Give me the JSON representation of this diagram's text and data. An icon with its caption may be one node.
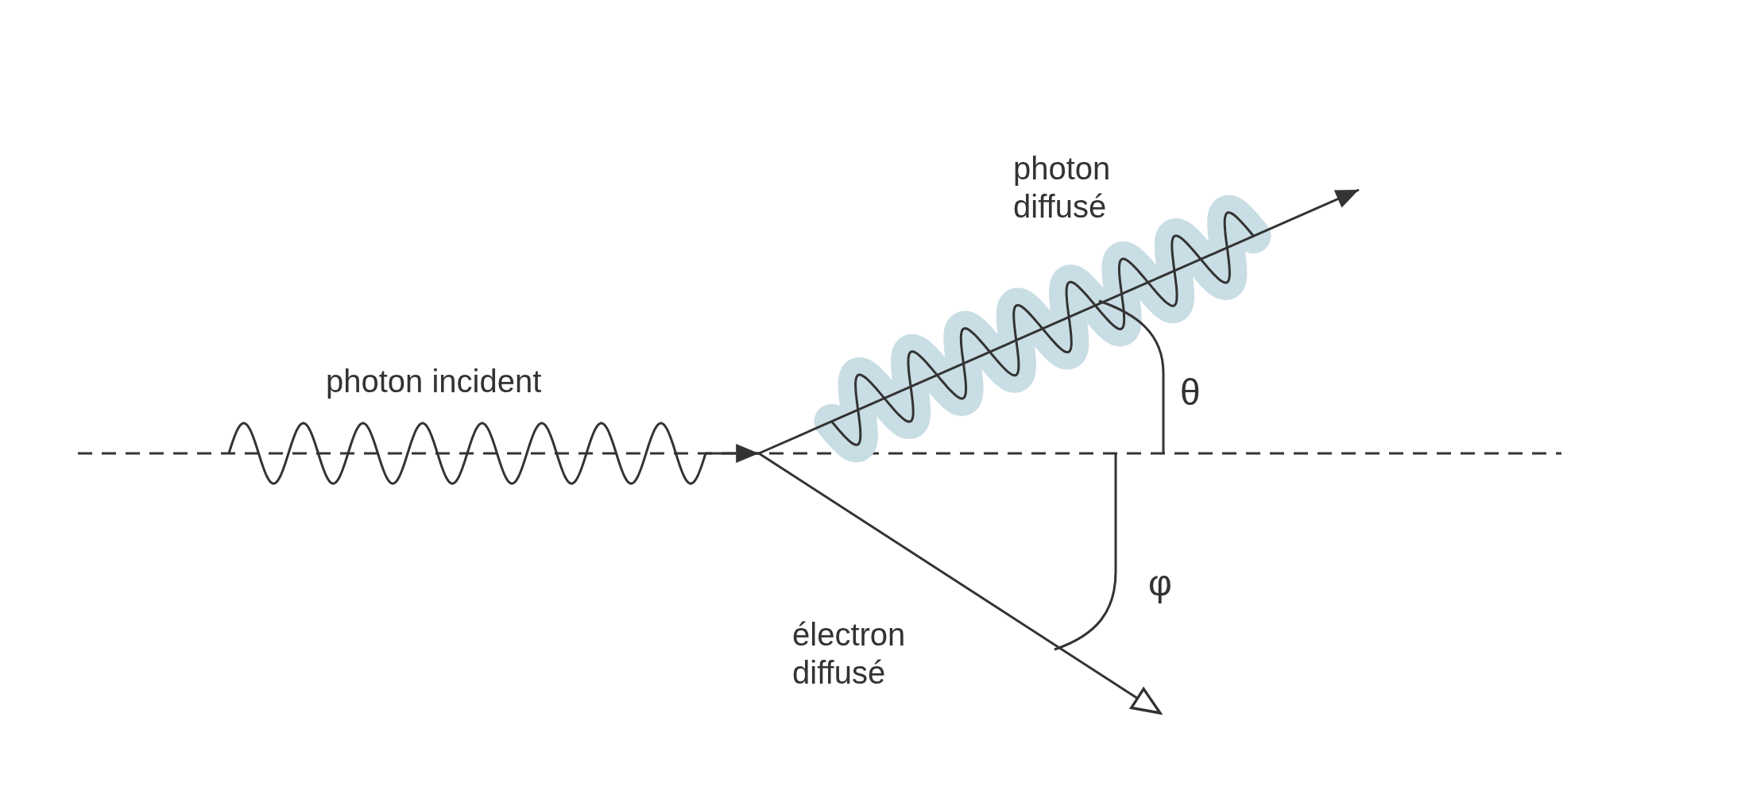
{
  "diagram": {
    "labels": [
      "photon diffusé",
      "θ",
      "photon incident",
      "φ",
      "électron diffusé"
    ]
  }
}
